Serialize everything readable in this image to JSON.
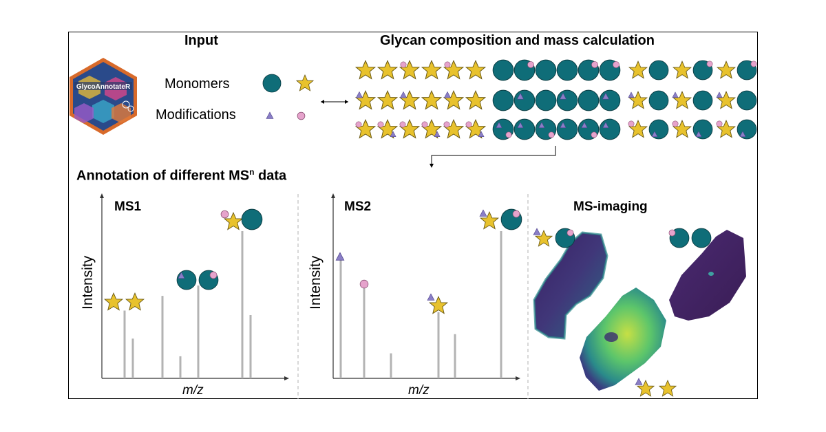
{
  "title_input": "Input",
  "title_glycan": "Glycan composition and mass calculation",
  "title_annotation": "Annotation of different MS",
  "title_annotation_sup": "n",
  "title_annotation_suffix": " data",
  "logo_text": "GlycoAnnotateR",
  "monomers_label": "Monomers",
  "modifications_label": "Modifications",
  "panel_ms1": "MS1",
  "panel_ms2": "MS2",
  "panel_imaging": "MS-imaging",
  "ylabel": "Intensity",
  "xlabel": "m/z",
  "colors": {
    "hexose": "#0f6d78",
    "pentose": "#e8c22d",
    "triangle": "#8a7ec6",
    "circle_mod": "#e6a3cc",
    "stem": "#b3b3b3",
    "viridis_dark": "#3d1f5c",
    "viridis_mid": "#2c6f86",
    "viridis_light": "#c9e34a",
    "logo_border": "#d86a2a"
  },
  "chart_data": [
    {
      "type": "bar",
      "title": "MS1",
      "xlabel": "m/z",
      "ylabel": "Intensity",
      "peaks": [
        {
          "x": 1,
          "y": 0.46
        },
        {
          "x": 2,
          "y": 0.27
        },
        {
          "x": 3,
          "y": 0.56
        },
        {
          "x": 4,
          "y": 0.15
        },
        {
          "x": 5,
          "y": 0.63
        },
        {
          "x": 6,
          "y": 1.0
        },
        {
          "x": 7,
          "y": 0.43
        }
      ]
    },
    {
      "type": "bar",
      "title": "MS2",
      "xlabel": "m/z",
      "ylabel": "Intensity",
      "peaks": [
        {
          "x": 1,
          "y": 0.82
        },
        {
          "x": 2,
          "y": 0.64
        },
        {
          "x": 3,
          "y": 0.17
        },
        {
          "x": 4,
          "y": 0.45
        },
        {
          "x": 5,
          "y": 0.3
        },
        {
          "x": 6,
          "y": 1.0
        }
      ]
    }
  ]
}
